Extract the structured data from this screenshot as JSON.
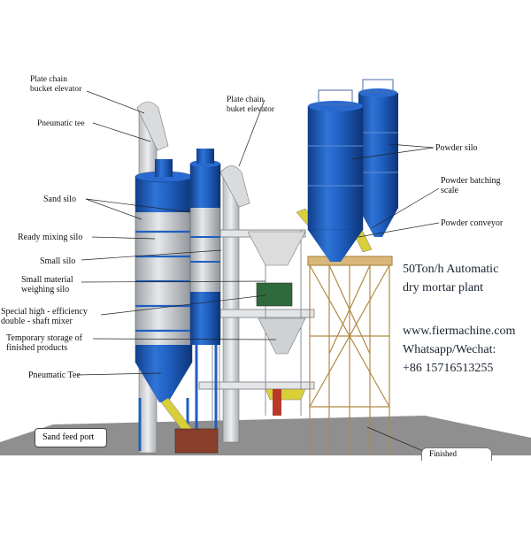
{
  "labels": {
    "plate_chain_left": "Plate chain\nbucket elevator",
    "pneumatic_tee_top": "Pneumatic tee",
    "plate_chain_mid": "Plate chain\nbuket elevator",
    "sand_silo": "Sand silo",
    "ready_mixing_silo": "Ready mixing silo",
    "small_silo": "Small silo",
    "small_material_weighing": "Small material\nweighing silo",
    "special_mixer": "Special high - efficiency\ndouble - shaft mixer",
    "temporary_storage": "Temporary storage of\nfinished products",
    "pneumatic_tee_bottom": "Pneumatic Tee",
    "sand_feed_port": "Sand feed port",
    "powder_silo": "Powder silo",
    "powder_batching_scale": "Powder batching\nscale",
    "powder_conveyor": "Powder conveyor",
    "finished": "Finished"
  },
  "headline": {
    "line1": "50Ton/h Automatic",
    "line2": "dry mortar plant"
  },
  "contact": {
    "website": "www.fiermachine.com",
    "whatsapp_label": "Whatsapp/Wechat:",
    "phone": "+86 15716513255"
  },
  "colors": {
    "silo_blue": "#1f5fbf",
    "silo_grey": "#c9ccd0",
    "frame_grey": "#d8dadc",
    "tower_orange": "#d9b77a",
    "chute_yellow": "#d8cf3a",
    "ground": "#8f8f8f"
  }
}
